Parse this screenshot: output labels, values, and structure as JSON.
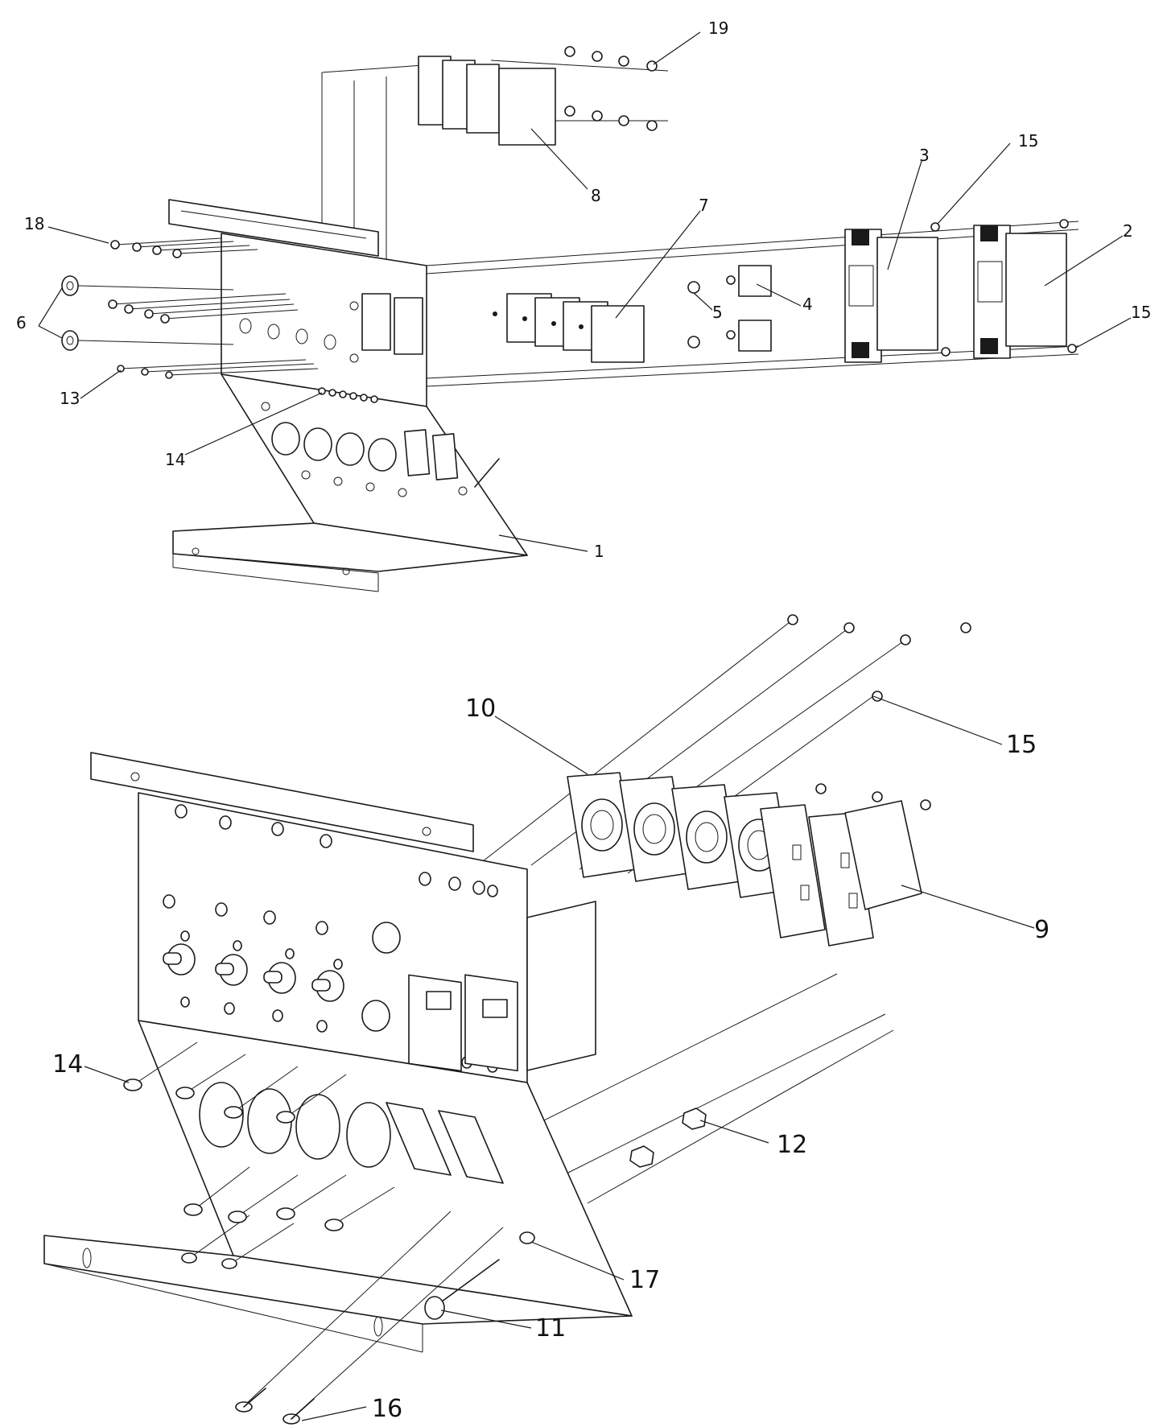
{
  "callouts_top": [
    "19",
    "15",
    "3",
    "2",
    "15",
    "8",
    "7",
    "4",
    "5",
    "18",
    "6",
    "13",
    "14",
    "1"
  ],
  "callouts_bottom": [
    "10",
    "15",
    "9",
    "14",
    "12",
    "17",
    "11",
    "16"
  ]
}
